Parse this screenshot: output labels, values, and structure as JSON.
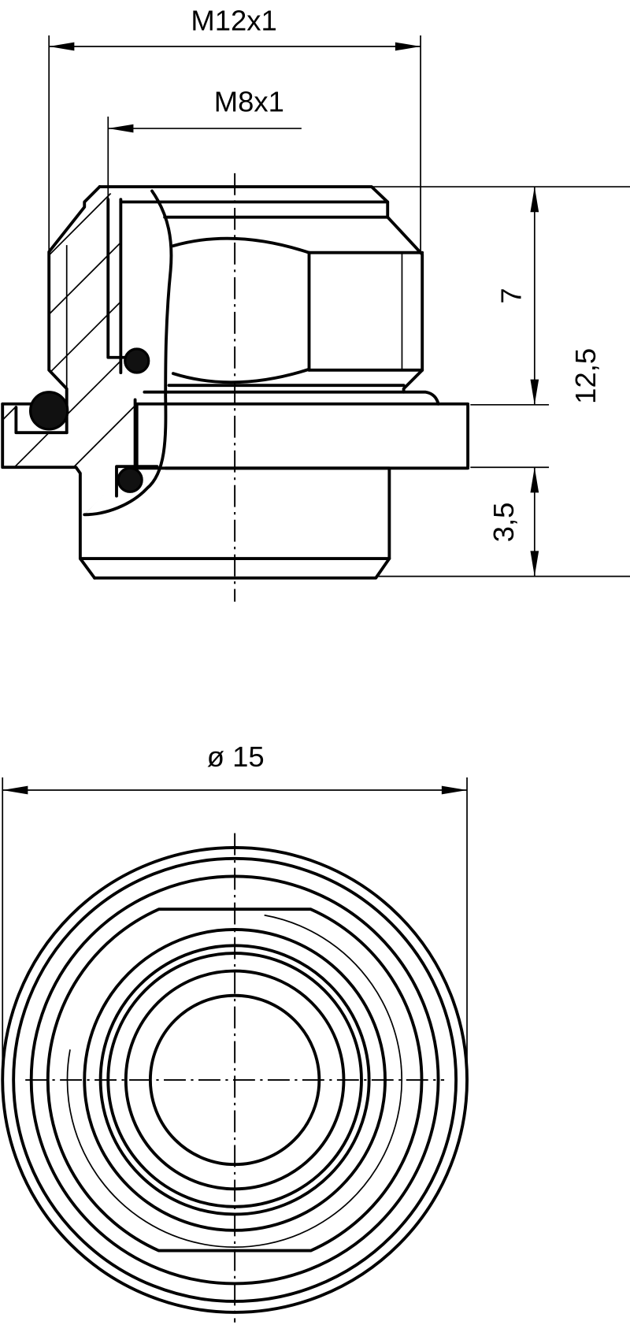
{
  "drawing": {
    "side_view": {
      "dimensions": {
        "outer_thread": "M12x1",
        "inner_thread": "M8x1",
        "nut_height": "7",
        "total_height": "12,5",
        "spigot_height": "3,5"
      }
    },
    "end_view": {
      "dimensions": {
        "outer_diameter": "ø 15"
      }
    },
    "colors": {
      "line": "#000000",
      "background": "#ffffff",
      "seal_fill": "#111111"
    }
  }
}
